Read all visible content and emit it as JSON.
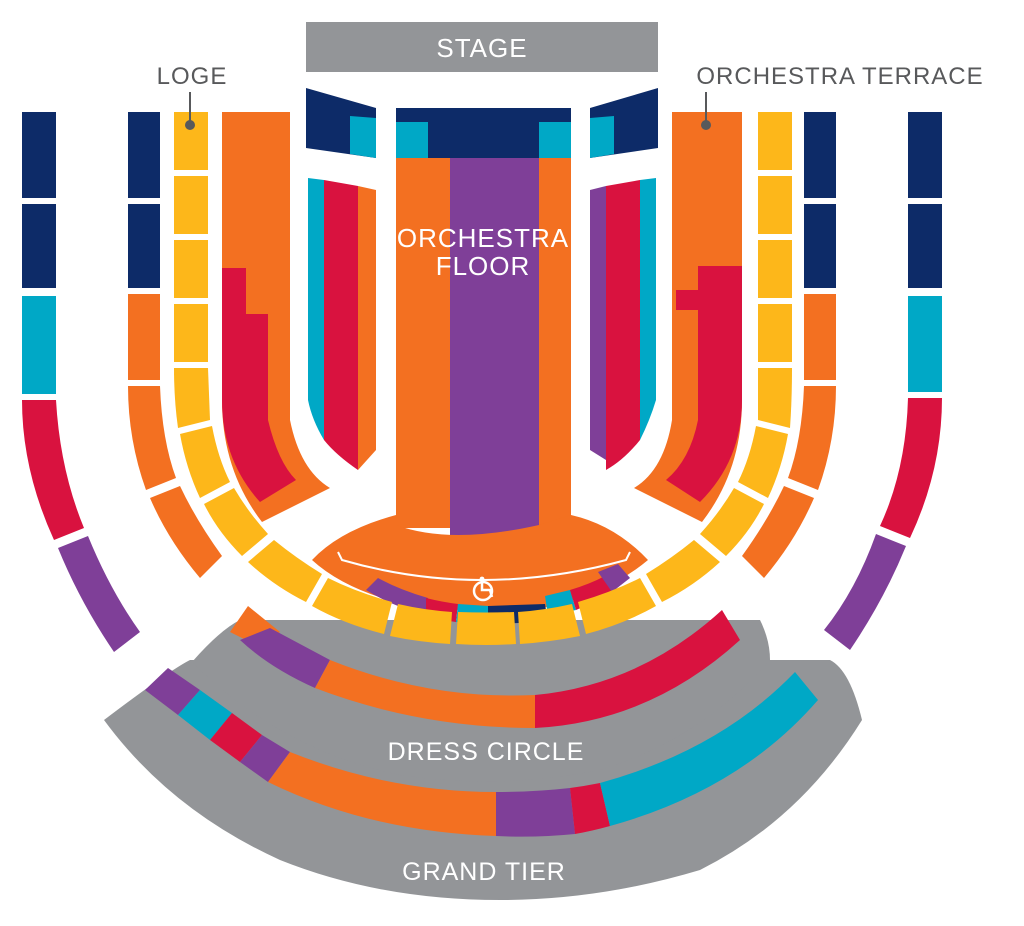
{
  "labels": {
    "stage": "STAGE",
    "loge": "LOGE",
    "orchestra_terrace": "ORCHESTRA TERRACE",
    "orchestra_floor_line1": "ORCHESTRA",
    "orchestra_floor_line2": "FLOOR",
    "dress_circle": "DRESS CIRCLE",
    "grand_tier": "GRAND TIER"
  },
  "icons": {
    "wheelchair": "wheelchair-accessible-icon"
  },
  "palette": {
    "navy": "#0d2b68",
    "teal": "#00a8c6",
    "crimson": "#d9123f",
    "orange": "#f37021",
    "gold": "#fdb71a",
    "purple": "#7f3f98",
    "gray": "#939598",
    "label_dark": "#58595b"
  }
}
